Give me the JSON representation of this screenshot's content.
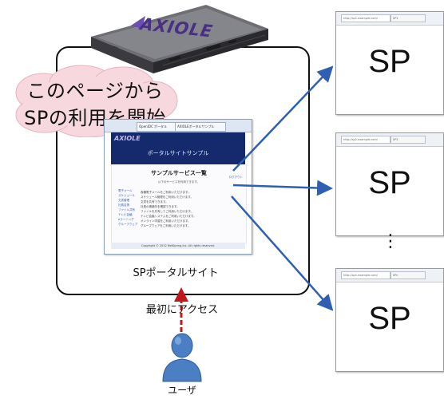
{
  "cloud": {
    "line1": "このページから",
    "line2": "SPの利用を開始"
  },
  "server": {
    "brand": "AXIOLE"
  },
  "portal": {
    "tabs": [
      "OpenIDC ポータル",
      "AXIOLEポータルサンプル"
    ],
    "logo": "AXIOLE",
    "site_title": "ポータルサイトサンプル",
    "list_title": "サンプルサービス一覧",
    "list_note": "以下のサービスを利用できます。",
    "list_link": "ログアウト",
    "services": [
      {
        "name": "電子メール",
        "desc": "各種電子メールをご利用いただけます。"
      },
      {
        "name": "スケジュール",
        "desc": "スケジュール管理をご利用いただけます。"
      },
      {
        "name": "文書管理",
        "desc": "文書を共有できます。"
      },
      {
        "name": "社員名簿",
        "desc": "社員の連絡先を確認できます。"
      },
      {
        "name": "ファイル共有",
        "desc": "ファイルを共有してご利用いただけます。"
      },
      {
        "name": "テレビ会議",
        "desc": "テレビ会議システムをご利用いただけます。"
      },
      {
        "name": "eラーニング",
        "desc": "オンライン学習をご利用いただけます。"
      },
      {
        "name": "グループウェア",
        "desc": "グループウェアをご利用いただけます。"
      }
    ],
    "footer": "Copyright © 2012 NetSpring,Inc. All rights reserved."
  },
  "portal_caption": "SPポータルサイト",
  "access_label": "最初にアクセス",
  "user_label": "ユーザ",
  "sp_windows": [
    {
      "label": "SP",
      "addr": "http://sp1.example.com/",
      "tab": "SP1"
    },
    {
      "label": "SP",
      "addr": "http://sp2.example.com/",
      "tab": "SP2"
    },
    {
      "label": "SP",
      "addr": "http://spn.example.com/",
      "tab": "SPn"
    }
  ],
  "ellipsis": "⋮",
  "colors": {
    "arrow_blue": "#2f5fb3",
    "arrow_red": "#c0171c",
    "user_blue": "#4a7fc3",
    "cloud_fill": "#f7d8df",
    "banner": "#142a6c",
    "brand_purple": "#4a2f86"
  }
}
